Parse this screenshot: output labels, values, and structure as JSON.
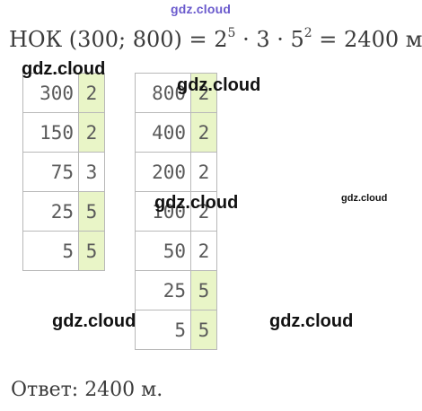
{
  "watermark_top": "gdz.cloud",
  "formula": {
    "prefix": "НОК (300; 800) = 2",
    "exp1": "5",
    "mid": " · 3 · 5",
    "exp2": "2",
    "suffix": " = 2400 м"
  },
  "left_table": {
    "rows": [
      {
        "value": "300",
        "divisor": "2",
        "highlight": true
      },
      {
        "value": "150",
        "divisor": "2",
        "highlight": true
      },
      {
        "value": "75",
        "divisor": "3",
        "highlight": false
      },
      {
        "value": "25",
        "divisor": "5",
        "highlight": true
      },
      {
        "value": "5",
        "divisor": "5",
        "highlight": true
      }
    ]
  },
  "right_table": {
    "rows": [
      {
        "value": "800",
        "divisor": "2",
        "highlight": true
      },
      {
        "value": "400",
        "divisor": "2",
        "highlight": true
      },
      {
        "value": "200",
        "divisor": "2",
        "highlight": false
      },
      {
        "value": "100",
        "divisor": "2",
        "highlight": false
      },
      {
        "value": "50",
        "divisor": "2",
        "highlight": false
      },
      {
        "value": "25",
        "divisor": "5",
        "highlight": true
      },
      {
        "value": "5",
        "divisor": "5",
        "highlight": true
      }
    ]
  },
  "watermarks": [
    "gdz.cloud",
    "gdz.cloud",
    "gdz.cloud",
    "gdz.cloud",
    "gdz.cloud",
    "gdz.cloud"
  ],
  "answer": "Ответ: 2400 м.",
  "colors": {
    "highlight": "#e9f5c7",
    "watermark_top": "#6a5acd",
    "text": "#3b3b3b"
  }
}
